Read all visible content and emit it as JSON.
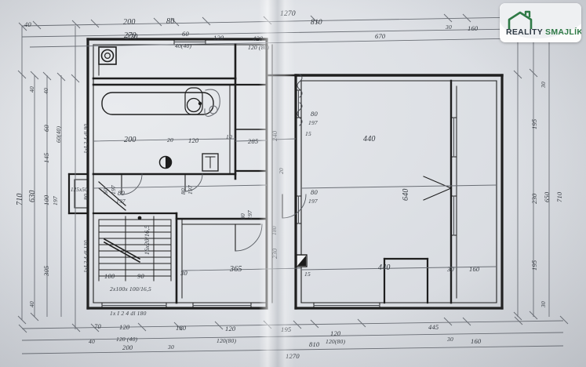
{
  "document": {
    "type": "architectural-floor-plan",
    "title": "Půdorys — floor plan drawing (scanned)",
    "paper_color": "#dcdfe4",
    "ink_color": "#1c1c1c"
  },
  "logo": {
    "brand_prefix": "REALITY ",
    "brand_suffix": "SMAJLÍK",
    "full_text": "REALITY SMAJLÍK",
    "icon": "house-outline-icon",
    "accent_color": "#2f7a46",
    "text_color": "#2f3a44"
  },
  "dimensions": {
    "top_row1": [
      "40",
      "200",
      "80",
      "1270"
    ],
    "top_row2": [
      "270",
      "60",
      "120",
      "810",
      "30",
      "160"
    ],
    "top_row3": [
      "40(40)",
      "120 (80)",
      "670"
    ],
    "top_row_extra": [
      "120",
      "420"
    ],
    "left_column": [
      "710",
      "630",
      "40",
      "40",
      "60",
      "145",
      "100",
      "197",
      "305",
      "40"
    ],
    "left_small": [
      "60(40)",
      "125x50"
    ],
    "right_column": [
      "30",
      "195",
      "230",
      "650",
      "710",
      "195",
      "30"
    ],
    "bottom_row1": [
      "70",
      "120",
      "180",
      "120",
      "195",
      "445",
      "30",
      "160"
    ],
    "bottom_row2": [
      "40",
      "120 (40)",
      "120(80)",
      "810",
      "120"
    ],
    "bottom_row3": [
      "200",
      "30",
      "1270"
    ],
    "interior": [
      "270",
      "200",
      "20",
      "120",
      "10",
      "285",
      "240",
      "15",
      "440",
      "640",
      "365",
      "230",
      "30",
      "440",
      "160",
      "100",
      "90",
      "180"
    ]
  },
  "openings": {
    "door_labels": [
      "80",
      "197",
      "60",
      "197",
      "80",
      "197",
      "80",
      "197",
      "80",
      "197"
    ],
    "door_pairs": [
      "80/197",
      "60/197",
      "80/197",
      "80/197",
      "80/197"
    ],
    "window_label": "125x50",
    "top_opening": "60(40)"
  },
  "stairs": {
    "rise_label": "16x20/16,5",
    "landing_note": "2x100x 100/16,5",
    "beam_note_left": "1xI 2 4 dl 90",
    "beam_note_mid": "1xI 2 4 dl 130",
    "beam_note_bottom": "1x I 2 4 dl 180",
    "width_left": "100",
    "width_right": "90"
  },
  "rooms": {
    "labels": [
      "200",
      "120",
      "285",
      "365",
      "440",
      "640",
      "440"
    ]
  }
}
